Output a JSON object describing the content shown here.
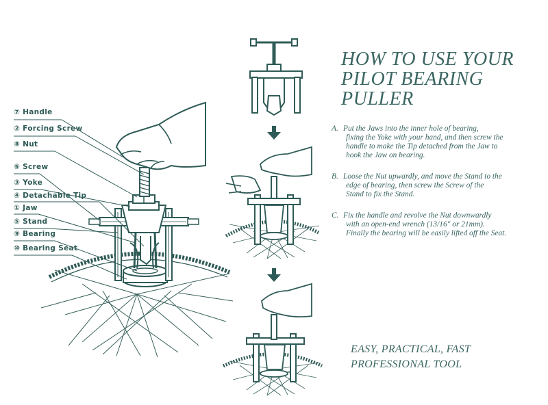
{
  "title_lines": [
    "HOW TO USE YOUR",
    "PILOT BEARING",
    "PULLER"
  ],
  "parts": [
    {
      "num": "⑦",
      "name": "Handle"
    },
    {
      "num": "②",
      "name": "Forcing Screw"
    },
    {
      "num": "⑧",
      "name": "Nut"
    },
    {
      "num": "⑥",
      "name": "Screw"
    },
    {
      "num": "③",
      "name": "Yoke"
    },
    {
      "num": "④",
      "name": "Detachable Tip"
    },
    {
      "num": "①",
      "name": "Jaw"
    },
    {
      "num": "⑤",
      "name": "Stand"
    },
    {
      "num": "⑨",
      "name": "Bearing"
    },
    {
      "num": "⑩",
      "name": "Bearing Seat"
    }
  ],
  "steps": [
    {
      "letter": "A.",
      "lines": [
        "Put the Jaws into the inner hole of bearing,",
        "fixing the Yoke with your hand, and then screw the",
        "handle to make the Tip detached from the Jaw to",
        "hook the Jaw on bearing."
      ]
    },
    {
      "letter": "B.",
      "lines": [
        "Loose the Nut upwardly, and move the Stand to the",
        "edge of bearing, then screw the Screw of the",
        "Stand to fix the Stand."
      ]
    },
    {
      "letter": "C.",
      "lines": [
        "Fix the handle and revolve the Nut downwardly",
        "with an open-end wrench (13/16\" or 21mm).",
        "Finally the bearing will be easily lifted off the Seat."
      ]
    }
  ],
  "tagline_lines": [
    "EASY, PRACTICAL, FAST",
    "PROFESSIONAL TOOL"
  ],
  "colors": {
    "ink": "#2f5b57",
    "paper": "#ffffff"
  }
}
